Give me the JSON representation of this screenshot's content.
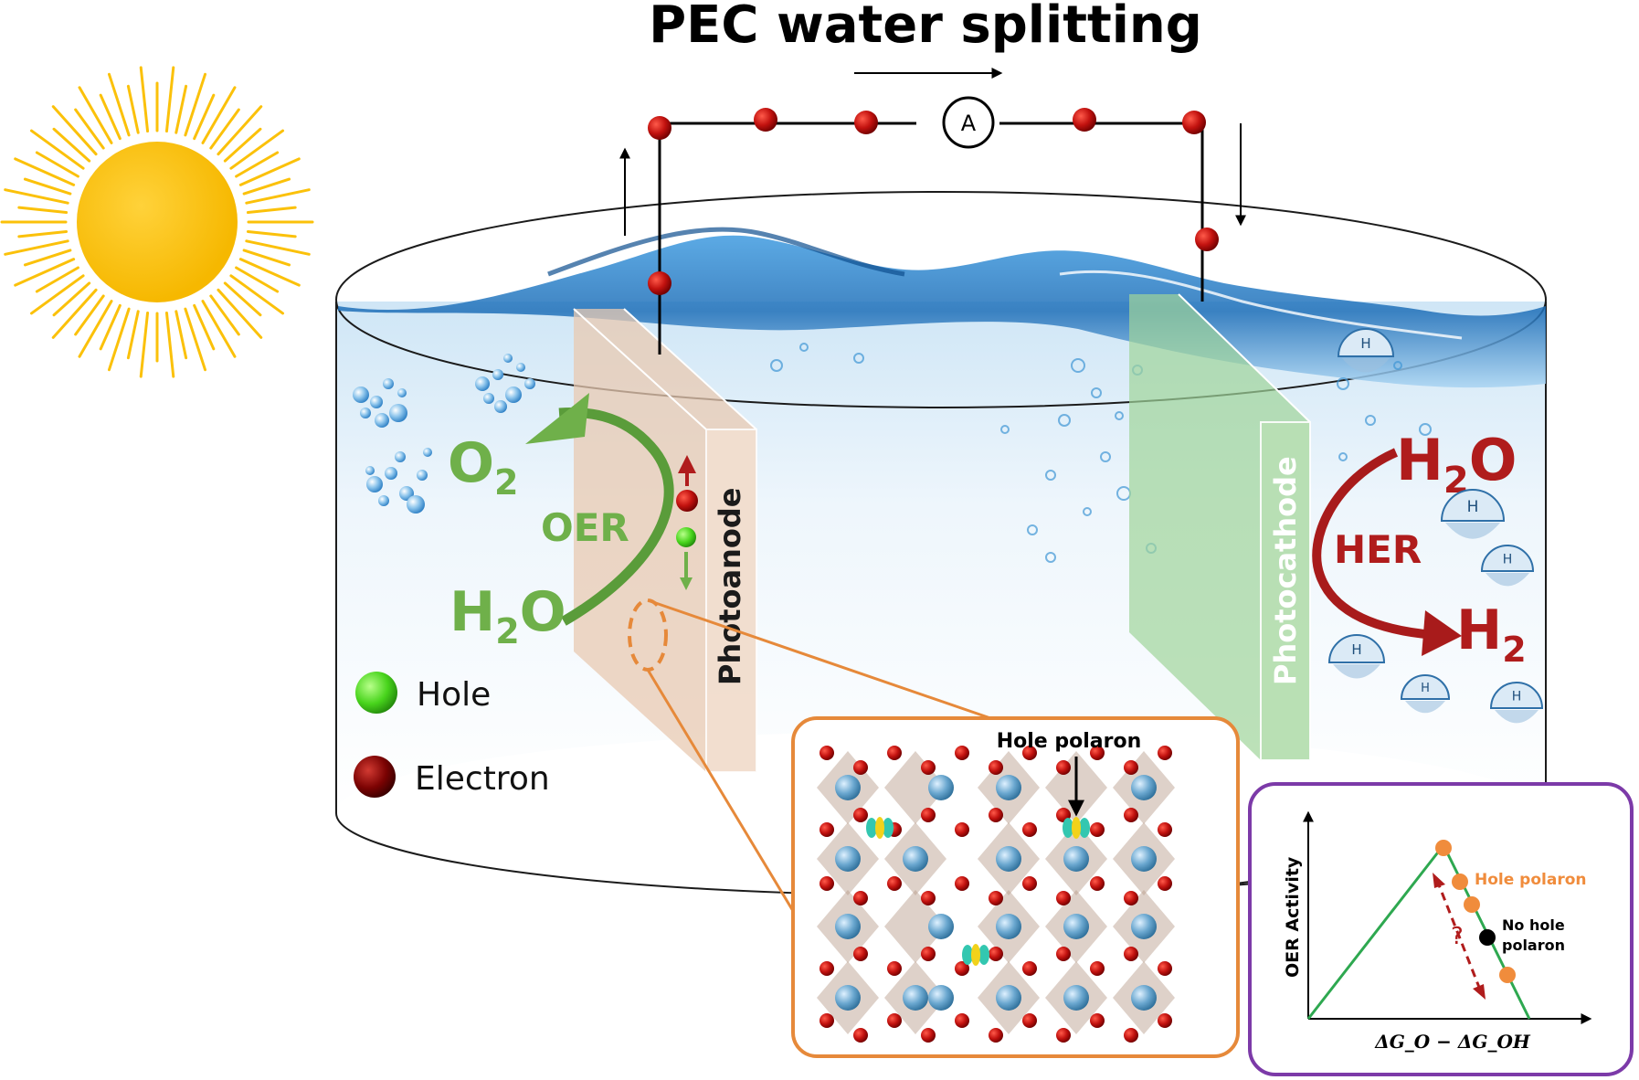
{
  "title": "PEC water splitting",
  "ammeter": "A",
  "anode": {
    "product_main": "O",
    "product_sub": "2",
    "reaction": "OER",
    "reactant_main": "H",
    "reactant_sub": "2",
    "reactant_tail": "O",
    "plate_label": "Photoanode"
  },
  "cathode": {
    "reactant_main": "H",
    "reactant_sub": "2",
    "reactant_tail": "O",
    "reaction": "HER",
    "product_main": "H",
    "product_sub": "2",
    "plate_label": "Photocathode"
  },
  "bubble_label": "H",
  "legend": [
    {
      "label": "Hole",
      "color": "#4fd82a"
    },
    {
      "label": "Electron",
      "color": "#8a0000"
    }
  ],
  "inset_structure": {
    "annotation": "Hole polaron"
  },
  "inset_chart": {
    "ylabel": "OER Activity",
    "xlabel": "ΔG_O − ΔG_OH",
    "annotation_hole": "Hole polaron",
    "annotation_no_hole_1": "No hole",
    "annotation_no_hole_2": "polaron",
    "question": "?"
  },
  "colors": {
    "sun": "#fbc10a",
    "water": "#2e86c8",
    "anode_plate": "#e8c9b1",
    "cathode_plate": "#9fd49a",
    "green": "#6fb04a",
    "red": "#b01c1c",
    "orange": "#e6893a",
    "purple": "#7c3aa8",
    "oxygen_atom": "#d01a1a",
    "metal_atom": "#6aa7cf"
  }
}
